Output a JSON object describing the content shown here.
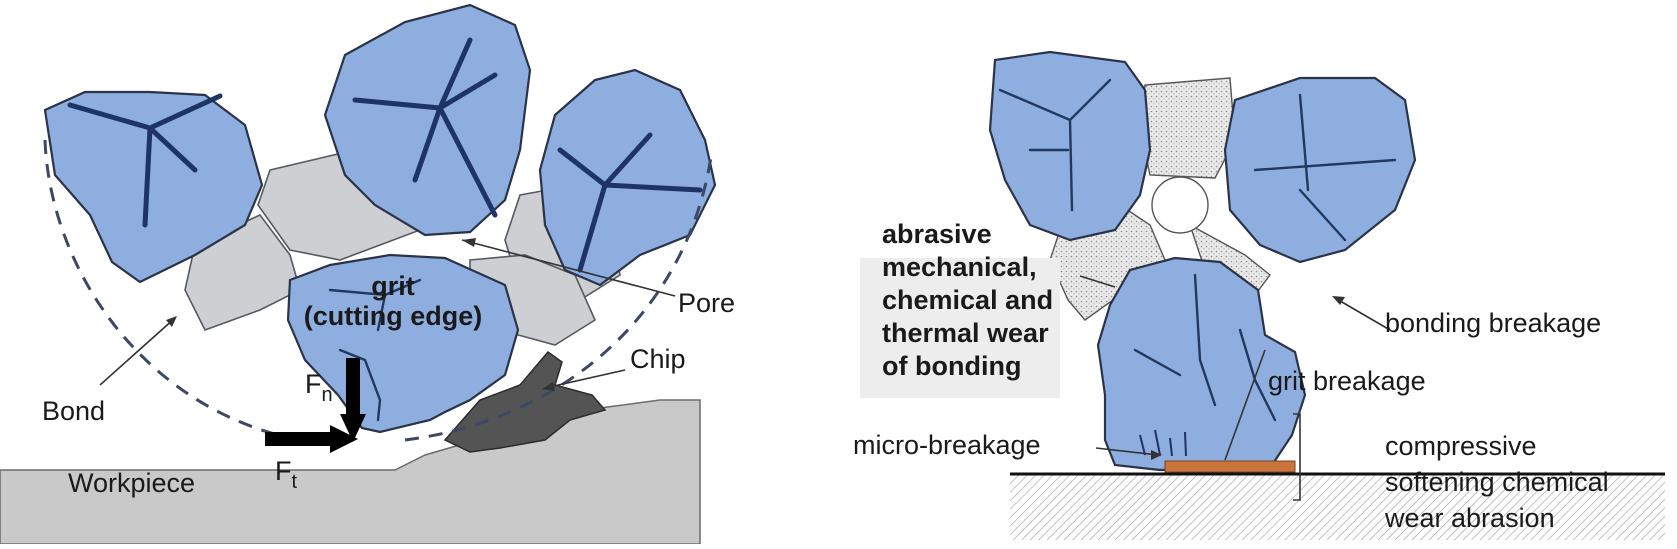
{
  "left_figure": {
    "labels": {
      "grit": "grit",
      "cutting_edge": "(cutting edge)",
      "pore": "Pore",
      "chip": "Chip",
      "bond": "Bond",
      "workpiece": "Workpiece",
      "fn_main": "F",
      "fn_sub": "n",
      "ft_main": "F",
      "ft_sub": "t"
    }
  },
  "right_figure": {
    "labels": {
      "bonding_wear_lines": [
        "abrasive",
        "mechanical,",
        "chemical and",
        "thermal wear",
        "of bonding"
      ],
      "bonding_breakage": "bonding breakage",
      "grit_breakage": "grit breakage",
      "micro_breakage": "micro-breakage",
      "wear_mechanisms_lines": [
        "compressive",
        "softening chemical",
        "wear abrasion"
      ]
    }
  },
  "colors": {
    "grit": "#8faee0",
    "bond": "#cdcfd2",
    "workpiece": "#c8c8c8",
    "chip": "#555555",
    "wear_flat": "#c8743a"
  }
}
